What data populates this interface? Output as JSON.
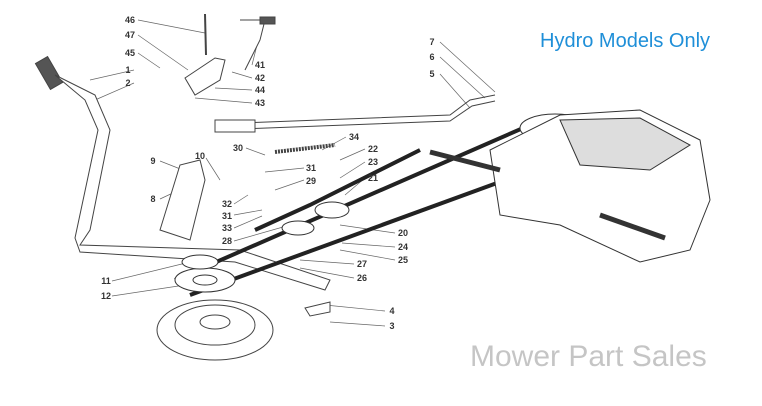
{
  "title": "Hydro Models Only",
  "watermark": "Mower Part Sales",
  "callouts": [
    "46",
    "47",
    "45",
    "1",
    "2",
    "41",
    "42",
    "44",
    "43",
    "7",
    "6",
    "5",
    "34",
    "30",
    "31",
    "29",
    "22",
    "23",
    "21",
    "9",
    "10",
    "8",
    "32",
    "31",
    "33",
    "28",
    "20",
    "24",
    "25",
    "27",
    "26",
    "11",
    "12",
    "4",
    "3"
  ]
}
